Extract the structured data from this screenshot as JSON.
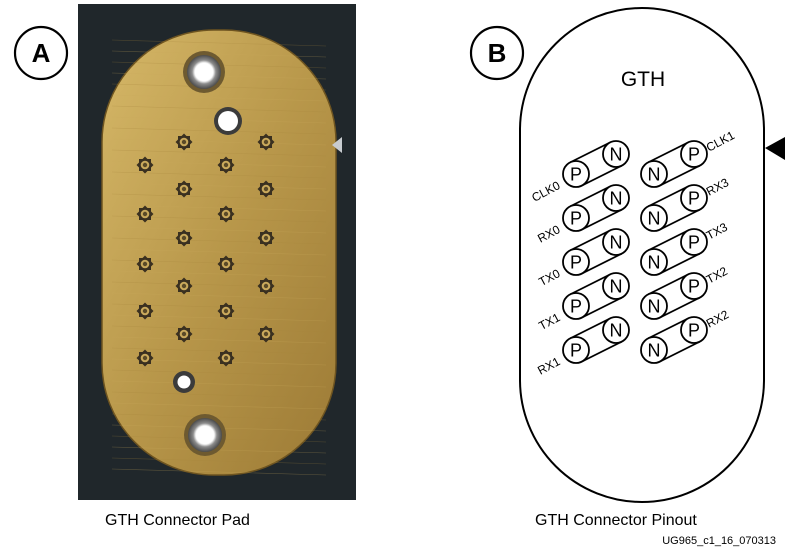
{
  "panel_a": {
    "badge": "A",
    "caption": "GTH Connector Pad"
  },
  "panel_b": {
    "badge": "B",
    "title": "GTH",
    "caption": "GTH Connector Pinout",
    "pin_p": "P",
    "pin_n": "N",
    "left_pairs": [
      "CLK0",
      "RX0",
      "TX0",
      "TX1",
      "RX1"
    ],
    "right_pairs": [
      "CLK1",
      "RX3",
      "TX3",
      "TX2",
      "RX2"
    ]
  },
  "figure_id": "UG965_c1_16_070313",
  "colors": {
    "board": "#20272b",
    "pad_gold": "#b8974a",
    "pad_gold_light": "#d8bd72",
    "pad_gold_dark": "#8a6a2a",
    "marker_light": "#c8ccd0",
    "marker_dark": "#000000"
  }
}
